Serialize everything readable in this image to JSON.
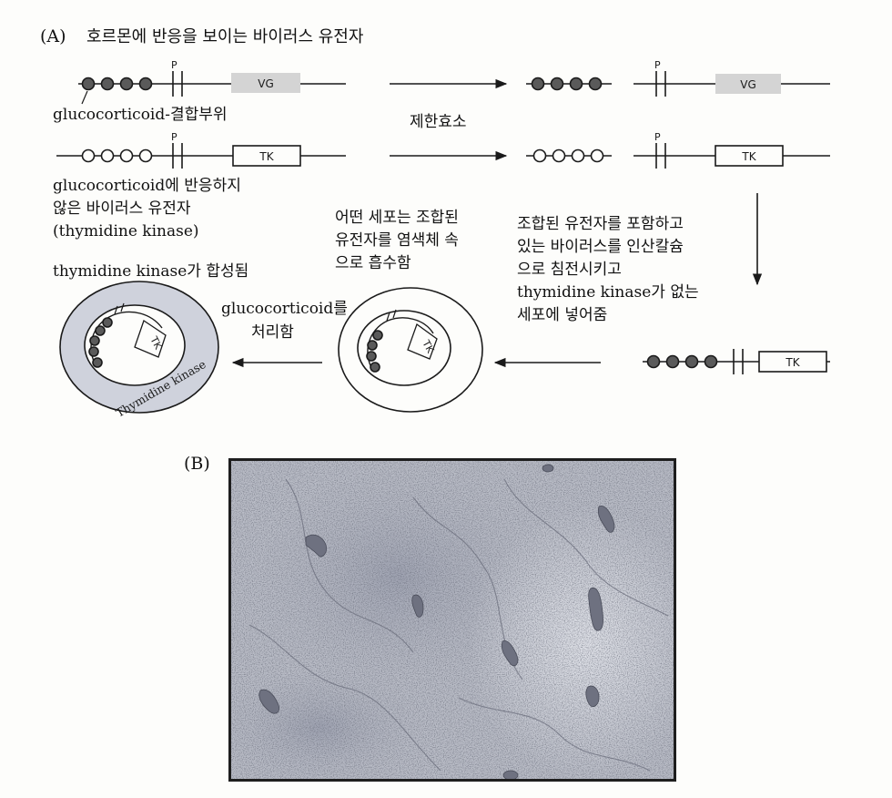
{
  "panel_a": {
    "label": "(A)",
    "title": "호르몬에 반응을 보이는 바이러스 유전자",
    "promoter_label": "P",
    "gene_vg": "VG",
    "gene_tk": "TK",
    "binding_site_label": "glucocorticoid-결합부위",
    "nonresponsive_line1": "glucocorticoid에 반응하지",
    "nonresponsive_line2": "않은 바이러스 유전자",
    "nonresponsive_line3": "(thymidine kinase)",
    "restriction_enzyme": "제한효소",
    "precipitation_line1": "조합된 유전자를 포함하고",
    "precipitation_line2": "있는 바이러스를 인산칼슘",
    "precipitation_line3": "으로 침전시키고",
    "precipitation_line4": "thymidine kinase가 없는",
    "precipitation_line5": "세포에 넣어줌",
    "uptake_line1": "어떤 세포는 조합된",
    "uptake_line2": "유전자를 염색체 속",
    "uptake_line3": "으로 흡수함",
    "treatment_line1": "glucocorticoid를",
    "treatment_line2": "처리함",
    "synthesized": "thymidine kinase가 합성됨",
    "cell_gene_label": "TK",
    "cytoplasm_label": "Thymidine kinase"
  },
  "panel_b": {
    "label": "(B)"
  },
  "colors": {
    "ink": "#1a1a1a",
    "vg_box": "#d4d4d4",
    "cytoplasm": "#cfd2dc",
    "bound_site": "#5a5a5a",
    "micrograph_bg": "#b9bcc6",
    "stained_cell": "#6e7180"
  }
}
